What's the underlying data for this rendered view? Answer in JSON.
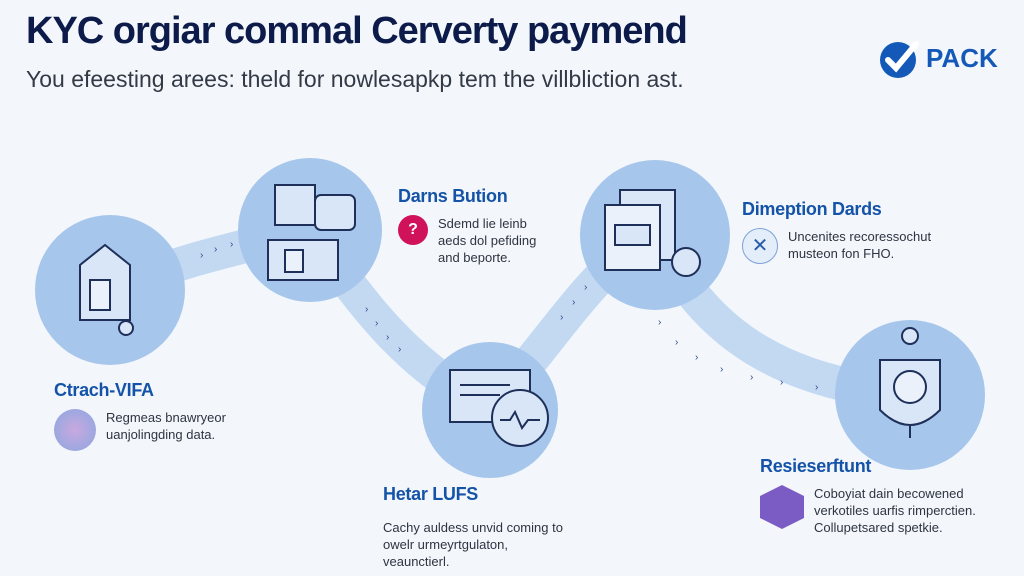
{
  "header": {
    "title": "KYC orgiar commal Cerverty paymend",
    "subtitle": "You efeesting arees: theld for nowlesapkp tem the villbliction ast."
  },
  "logo": {
    "text": "PACK",
    "icon": "check-circle-icon"
  },
  "steps": [
    {
      "title": "Ctrach-VIFA",
      "lines": [
        "Regmeas bnawryeor",
        "uanjolingding data."
      ],
      "icon": "document-house-icon"
    },
    {
      "title": "Darns Bution",
      "lines": [
        "Sdemd lie leinb",
        "aeds dol pefiding",
        "and beporte."
      ],
      "icon": "machine-icon",
      "badge_color": "#d0125a"
    },
    {
      "title": "Hetar LUFS",
      "lines": [
        "Cachy auldess unvid coming to",
        "owelr urmeyrtgulaton,",
        "veaunctierl."
      ],
      "icon": "laptop-icon"
    },
    {
      "title": "Dimeption Dards",
      "lines": [
        "Uncenites recoressochut",
        "musteon fon FHO."
      ],
      "icon": "documents-gear-icon"
    },
    {
      "title": "Resieserftunt",
      "lines": [
        "Coboyiat dain becowened",
        "verkotiles uarfis rimperctien.",
        "Collupetsared spetkie."
      ],
      "icon": "shield-device-icon",
      "badge_color": "#7b5cc4"
    }
  ],
  "colors": {
    "circle": "#a7c6ec",
    "path": "#c3d9f2",
    "accent": "#1553a8",
    "title": "#0d1b4a"
  }
}
